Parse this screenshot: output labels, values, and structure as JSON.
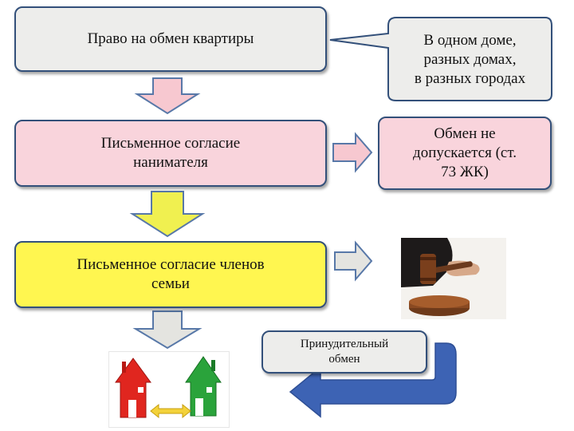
{
  "boxes": {
    "right_of_exchange": "Право на обмен квартиры",
    "callout_locations": [
      "В одном доме,",
      "разных домах,",
      "в разных городах"
    ],
    "tenant_consent": [
      "Письменное согласие",
      "нанимателя"
    ],
    "not_allowed": [
      "Обмен не",
      "допускается (ст.",
      "73 ЖК)"
    ],
    "family_consent": [
      "Письменное согласие членов",
      "семьи"
    ],
    "forced_exchange": [
      "Принудительный",
      "обмен"
    ]
  },
  "colors": {
    "box1_fill": "#ededeb",
    "box2_fill": "#f9d4dc",
    "box3_fill": "#fff650",
    "border": "#33507a",
    "down_arrow1": "#f7c8d0",
    "down_arrow2": "#f0f050",
    "down_arrow3": "#e4e4e0",
    "curved_arrow": "#3d63b4"
  },
  "icons": {
    "gavel": "judge-gavel-icon",
    "houses": "houses-exchange-icon"
  }
}
